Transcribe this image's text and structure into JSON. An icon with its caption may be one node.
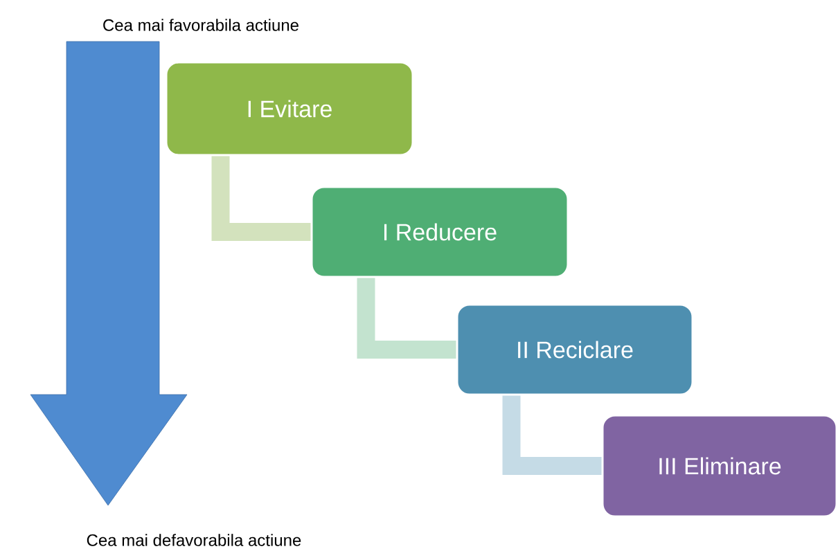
{
  "diagram": {
    "nodes": [
      {
        "text": [
          "I Evitare"
        ]
      },
      {
        "text": [
          "I Reducere"
        ]
      },
      {
        "text": [
          "II Reciclare"
        ]
      },
      {
        "text": [
          "III Eliminare"
        ]
      }
    ],
    "edges": [
      {
        "from": 0,
        "to": 1,
        "arrow": "none",
        "color": "#d3e2bd"
      },
      {
        "from": 1,
        "to": 2,
        "arrow": "none",
        "color": "#c3e3cf"
      },
      {
        "from": 2,
        "to": 3,
        "arrow": "none",
        "color": "#c5dbe6"
      }
    ],
    "labels": [
      "Cea mai favorabila actiune",
      "Cea mai defavorabila actiune"
    ]
  }
}
